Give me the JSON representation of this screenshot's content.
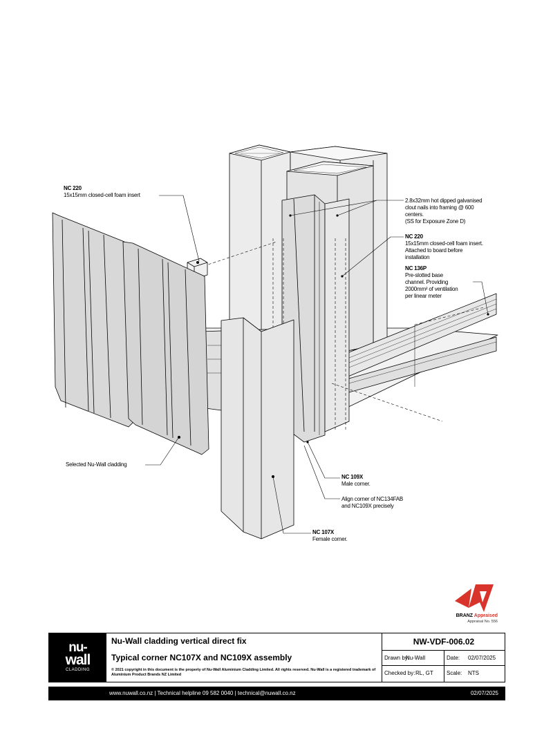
{
  "labels": {
    "foam_left": {
      "code": "NC 220",
      "desc": "15x15mm closed-cell foam insert"
    },
    "nails": {
      "code": "",
      "desc": "2.8x32mm hot dipped galvanised\nclout nails into framing @ 600\ncenters.\n(SS for Exposure Zone D)"
    },
    "foam_right": {
      "code": "NC 220",
      "desc": "15x15mm closed-cell foam insert.\nAttached to board before\ninstallation"
    },
    "base_channel": {
      "code": "NC 136P",
      "desc": "Pre-slotted base\nchannel. Providing\n2000mm² of ventilation\nper linear meter"
    },
    "cladding": {
      "code": "",
      "desc": "Selected Nu-Wall cladding"
    },
    "male_corner": {
      "code": "NC 109X",
      "desc": "Male corner."
    },
    "align": {
      "code": "",
      "desc": "Align corner of NC134FAB\nand NC109X precisely"
    },
    "female_corner": {
      "code": "NC 107X",
      "desc": "Female corner."
    }
  },
  "branz": {
    "word1": "BRANZ",
    "word2": "Appraised",
    "number": "Appraisal No. 556"
  },
  "titleblock": {
    "logo_line1": "nu-",
    "logo_line2": "wall",
    "logo_line3": "CLADDING",
    "title": "Nu-Wall cladding vertical direct fix",
    "subtitle": "Typical corner NC107X and NC109X assembly",
    "copyright": "© 2021 copyright in this document is the property of Nu-Wall Aluminium Cladding Limited. All rights reserved. Nu-Wall is a registered trademark of Aluminium Product Brands NZ Limited",
    "drawing_number": "NW-VDF-006.02",
    "drawn_label": "Drawn by:",
    "drawn_value": "Nu-Wall",
    "date_label": "Date:",
    "date_value": "02/07/2025",
    "checked_label": "Checked by:",
    "checked_value": "RL, GT",
    "scale_label": "Scale:",
    "scale_value": "NTS"
  },
  "footer": {
    "contact": "www.nuwall.co.nz  |  Technical helpline 09 582 0040  |  technical@nuwall.co.nz",
    "date": "02/07/2025"
  },
  "colors": {
    "accent": "#d9342b",
    "ink": "#000000",
    "panel": "#e9e9e9"
  }
}
